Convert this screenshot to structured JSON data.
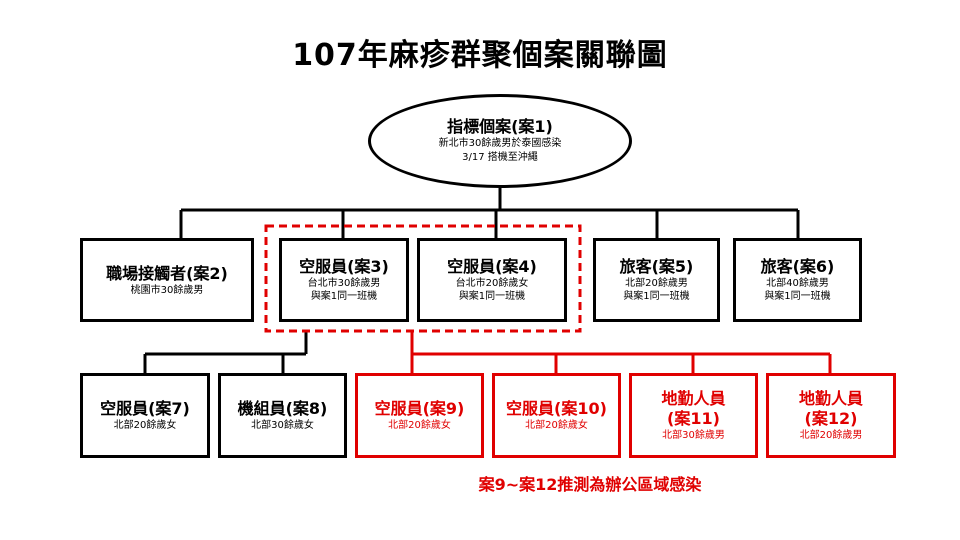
{
  "title": "107年麻疹群聚個案關聯圖",
  "index_case": {
    "label": "指標個案(案1)",
    "lines": [
      "新北市30餘歲男於泰國感染",
      "3/17 搭機至沖繩"
    ]
  },
  "row1": [
    {
      "label": "職場接觸者(案2)",
      "lines": [
        "桃園市30餘歲男"
      ]
    },
    {
      "label": "空服員(案3)",
      "lines": [
        "台北市30餘歲男",
        "與案1同一班機"
      ]
    },
    {
      "label": "空服員(案4)",
      "lines": [
        "台北市20餘歲女",
        "與案1同一班機"
      ]
    },
    {
      "label": "旅客(案5)",
      "lines": [
        "北部20餘歲男",
        "與案1同一班機"
      ]
    },
    {
      "label": "旅客(案6)",
      "lines": [
        "北部40餘歲男",
        "與案1同一班機"
      ]
    }
  ],
  "row2": [
    {
      "label": "空服員(案7)",
      "lines": [
        "北部20餘歲女"
      ]
    },
    {
      "label": "機組員(案8)",
      "lines": [
        "北部30餘歲女"
      ]
    },
    {
      "label": "空服員(案9)",
      "lines": [
        "北部20餘歲女"
      ]
    },
    {
      "label": "空服員(案10)",
      "lines": [
        "北部20餘歲女"
      ]
    },
    {
      "label": "地勤人員\n(案11)",
      "lines": [
        "北部30餘歲男"
      ]
    },
    {
      "label": "地勤人員\n(案12)",
      "lines": [
        "北部20餘歲男"
      ]
    }
  ],
  "note": "案9~案12推測為辦公區域感染",
  "colors": {
    "black": "#000000",
    "red": "#e00000"
  }
}
